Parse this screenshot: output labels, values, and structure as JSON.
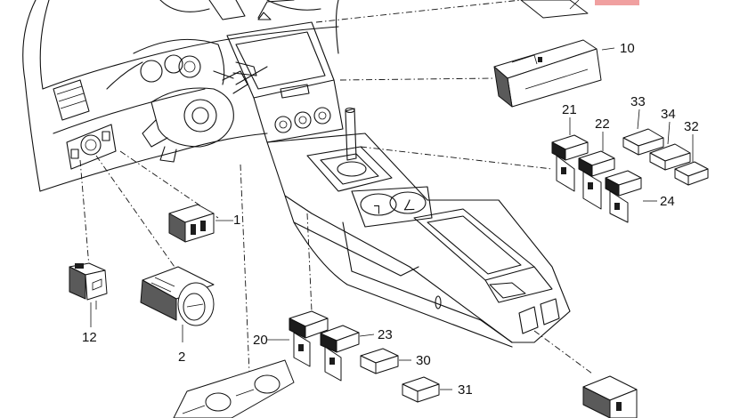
{
  "diagram": {
    "callouts": {
      "c1": "1",
      "c2": "2",
      "c10": "10",
      "c12": "12",
      "c20": "20",
      "c21": "21",
      "c22": "22",
      "c23": "23",
      "c24": "24",
      "c30": "30",
      "c31": "31",
      "c32": "32",
      "c33": "33",
      "c34": "34"
    },
    "console_marks": {
      "cup_left": "┐",
      "cup_right": "ㄥ"
    },
    "corner_badge_color": "#f0a0a0"
  }
}
